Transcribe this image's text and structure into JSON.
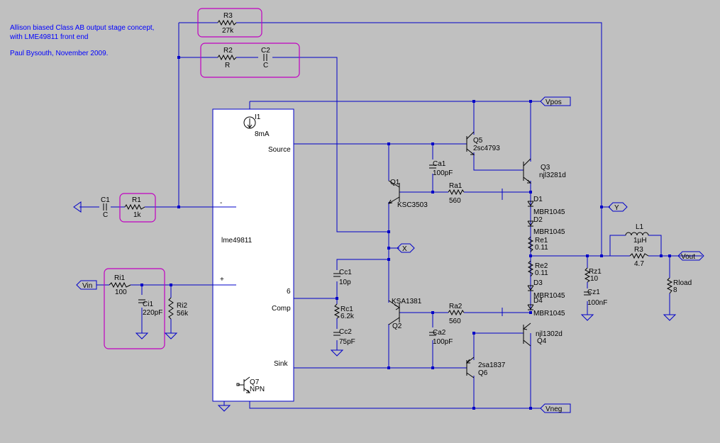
{
  "notes": {
    "line1": "Allison biased Class AB output stage concept,",
    "line2": "with LME49811 front end",
    "line3": "Paul Bysouth,  November 2009."
  },
  "ic": {
    "name": "lme49811",
    "pin_source": "Source",
    "pin_minus": "-",
    "pin_plus": "+",
    "pin_6": "6",
    "pin_comp": "Comp",
    "pin_sink": "Sink"
  },
  "components": {
    "R3_top": {
      "ref": "R3",
      "value": "27k"
    },
    "R2": {
      "ref": "R2",
      "value": "R"
    },
    "C2": {
      "ref": "C2",
      "value": "C"
    },
    "C1": {
      "ref": "C1",
      "value": "C"
    },
    "R1": {
      "ref": "R1",
      "value": "1k"
    },
    "Ri1": {
      "ref": "Ri1",
      "value": "100"
    },
    "Ci1": {
      "ref": "Ci1",
      "value": "220pF"
    },
    "Ri2": {
      "ref": "Ri2",
      "value": "56k"
    },
    "I1": {
      "ref": "I1",
      "value": "8mA"
    },
    "Q1": {
      "ref": "Q1",
      "value": "KSC3503"
    },
    "Q2": {
      "ref": "Q2",
      "value": "KSA1381"
    },
    "Q3": {
      "ref": "Q3",
      "value": "njl3281d"
    },
    "Q4": {
      "ref": "Q4",
      "value": "njl1302d"
    },
    "Q5": {
      "ref": "Q5",
      "value": "2sc4793"
    },
    "Q6": {
      "ref": "Q6",
      "value": "2sa1837"
    },
    "Q7": {
      "ref": "Q7",
      "value": "NPN"
    },
    "Ca1": {
      "ref": "Ca1",
      "value": "100pF"
    },
    "Ca2": {
      "ref": "Ca2",
      "value": "100pF"
    },
    "Ra1": {
      "ref": "Ra1",
      "value": "560"
    },
    "Ra2": {
      "ref": "Ra2",
      "value": "560"
    },
    "Cc1": {
      "ref": "Cc1",
      "value": "10p"
    },
    "Rc1": {
      "ref": "Rc1",
      "value": "6.2k"
    },
    "Cc2": {
      "ref": "Cc2",
      "value": "75pF"
    },
    "D1": {
      "ref": "D1",
      "value": "MBR1045"
    },
    "D2": {
      "ref": "D2",
      "value": "MBR1045"
    },
    "D3": {
      "ref": "D3",
      "value": "MBR1045"
    },
    "D4": {
      "ref": "D4",
      "value": "MBR1045"
    },
    "Re1": {
      "ref": "Re1",
      "value": "0.11"
    },
    "Re2": {
      "ref": "Re2",
      "value": "0.11"
    },
    "Rz1": {
      "ref": "Rz1",
      "value": "10"
    },
    "Cz1": {
      "ref": "Cz1",
      "value": "100nF"
    },
    "L1": {
      "ref": "L1",
      "value": "1µH"
    },
    "R3_out": {
      "ref": "R3",
      "value": "4.7"
    },
    "Rload": {
      "ref": "Rload",
      "value": "8"
    }
  },
  "nets": {
    "vpos": "Vpos",
    "vneg": "Vneg",
    "vin": "Vin",
    "vout": "Vout",
    "x": "X",
    "y": "Y"
  },
  "colors": {
    "background": "#c0c0c0",
    "wire": "#0000c8",
    "highlight_box": "#c000c0",
    "note_text": "#0000ff"
  }
}
